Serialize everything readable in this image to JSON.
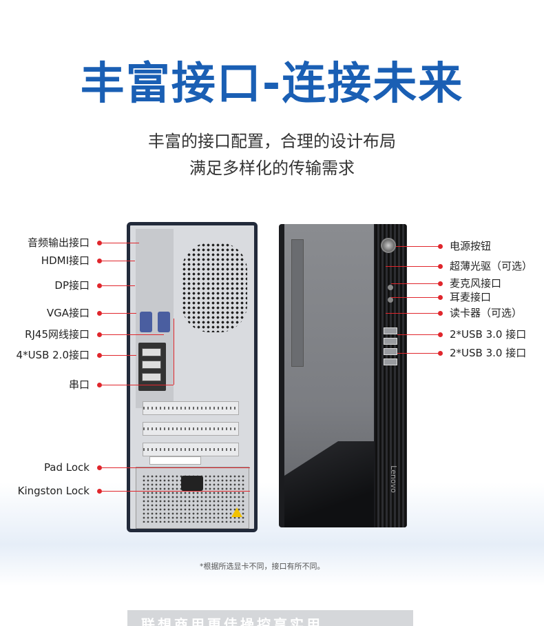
{
  "header": {
    "title": "丰富接口-连接未来",
    "subtitle_line1": "丰富的接口配置，合理的设计布局",
    "subtitle_line2": "满足多样化的传输需求"
  },
  "back_labels": [
    "音频输出接口",
    "HDMI接口",
    "DP接口",
    "VGA接口",
    "RJ45网线接口",
    "4*USB 2.0接口",
    "串口",
    "Pad Lock",
    "Kingston Lock"
  ],
  "front_labels": [
    "电源按钮",
    "超薄光驱（可选）",
    "麦克风接口",
    "耳麦接口",
    "读卡器（可选）",
    "2*USB 3.0 接口",
    "2*USB 3.0 接口"
  ],
  "brand": "Lenovo",
  "footnote": "*根据所选显卡不同，接口有所不同。",
  "bottom_text": "联想商用更佳操控享实用",
  "colors": {
    "title": "#1a5fb4",
    "callout": "#e0262c"
  }
}
